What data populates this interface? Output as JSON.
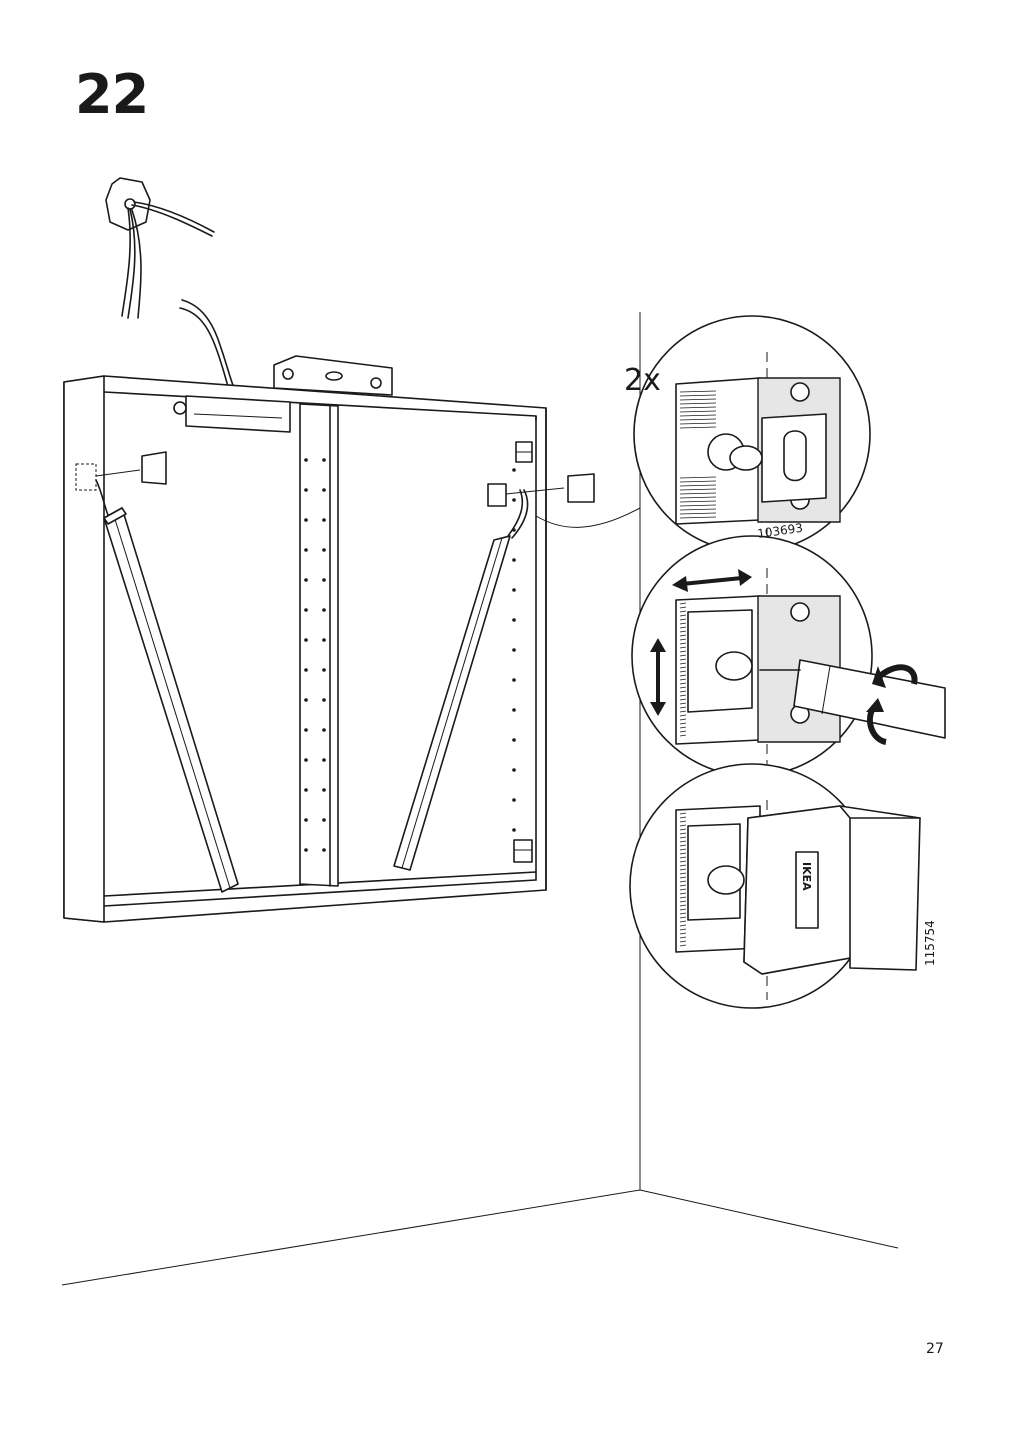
{
  "step": {
    "number": "22"
  },
  "page": {
    "number": "27"
  },
  "callouts": {
    "quantity": "2x",
    "part_number_bracket": "103693",
    "part_number_cover": "115754",
    "cover_logo": "IKEA"
  },
  "icons": [
    "ceiling-junction-box-icon",
    "double-arrow-horizontal-icon",
    "double-arrow-vertical-icon",
    "rotation-arrow-icon",
    "screwdriver-icon"
  ],
  "colors": {
    "ink": "#1a1a1a",
    "paper": "#ffffff"
  }
}
